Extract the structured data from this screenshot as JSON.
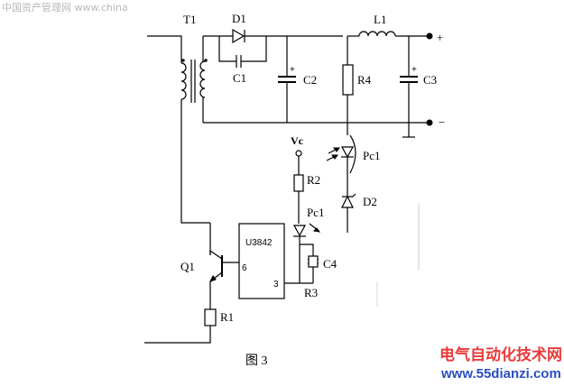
{
  "watermark_top": "中国资产管理网 www.china",
  "watermark_brand": "电气自动化技术网",
  "watermark_url": "www.55dianzi.com",
  "caption": "图 3",
  "labels": {
    "t1": "T1",
    "d1": "D1",
    "l1": "L1",
    "plus": "+",
    "minus": "−",
    "c1": "C1",
    "c2": "C2",
    "c3": "C3",
    "r4": "R4",
    "vc": "Vc",
    "pc1_top": "Pc1",
    "pc1_bottom": "Pc1",
    "r2": "R2",
    "d2": "D2",
    "ic": "U3842",
    "pin6": "6",
    "pin3": "3",
    "q1": "Q1",
    "c4": "C4",
    "r3": "R3",
    "r1": "R1",
    "cap_polarity": "+"
  }
}
